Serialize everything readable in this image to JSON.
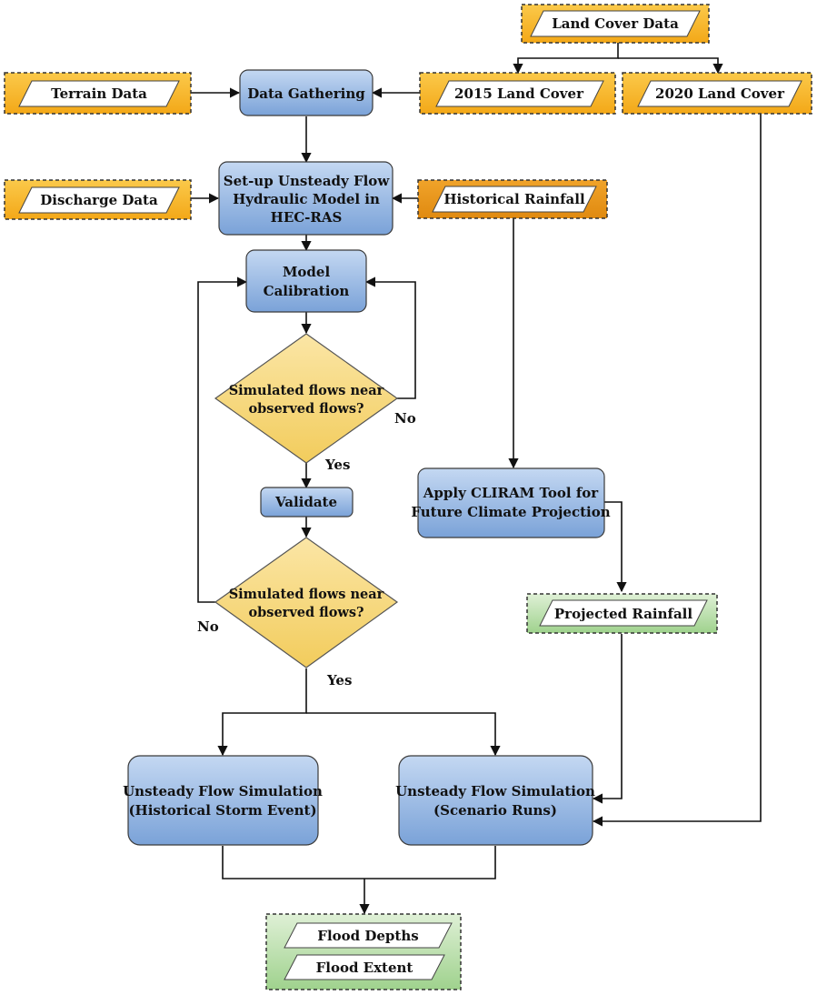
{
  "nodes": {
    "land_cover_data": "Land Cover Data",
    "terrain_data": "Terrain Data",
    "data_gathering": "Data Gathering",
    "land_cover_2015": "2015 Land Cover",
    "land_cover_2020": "2020 Land Cover",
    "discharge_data": "Discharge Data",
    "setup_model": [
      "Set-up Unsteady Flow",
      "Hydraulic Model in",
      "HEC-RAS"
    ],
    "historical_rainfall": "Historical Rainfall",
    "model_calibration": [
      "Model",
      "Calibration"
    ],
    "decision_1": [
      "Simulated flows near",
      "observed flows?"
    ],
    "validate": "Validate",
    "decision_2": [
      "Simulated flows near",
      "observed flows?"
    ],
    "cliram": [
      "Apply CLIRAM Tool for",
      "Future Climate Projection"
    ],
    "projected_rainfall": "Projected Rainfall",
    "sim_historical": [
      "Unsteady Flow Simulation",
      "(Historical Storm Event)"
    ],
    "sim_scenario": [
      "Unsteady Flow Simulation",
      "(Scenario Runs)"
    ],
    "flood_depths": "Flood Depths",
    "flood_extent": "Flood Extent"
  },
  "edge_labels": {
    "no_1": "No",
    "yes_1": "Yes",
    "no_2": "No",
    "yes_2": "Yes"
  },
  "colors": {
    "input_orange": "#f7b32a",
    "input_orange_dark": "#e8920c",
    "process_blue": "#8fb2e0",
    "decision_yellow": "#f6d77a",
    "output_green": "#a9d69a"
  }
}
